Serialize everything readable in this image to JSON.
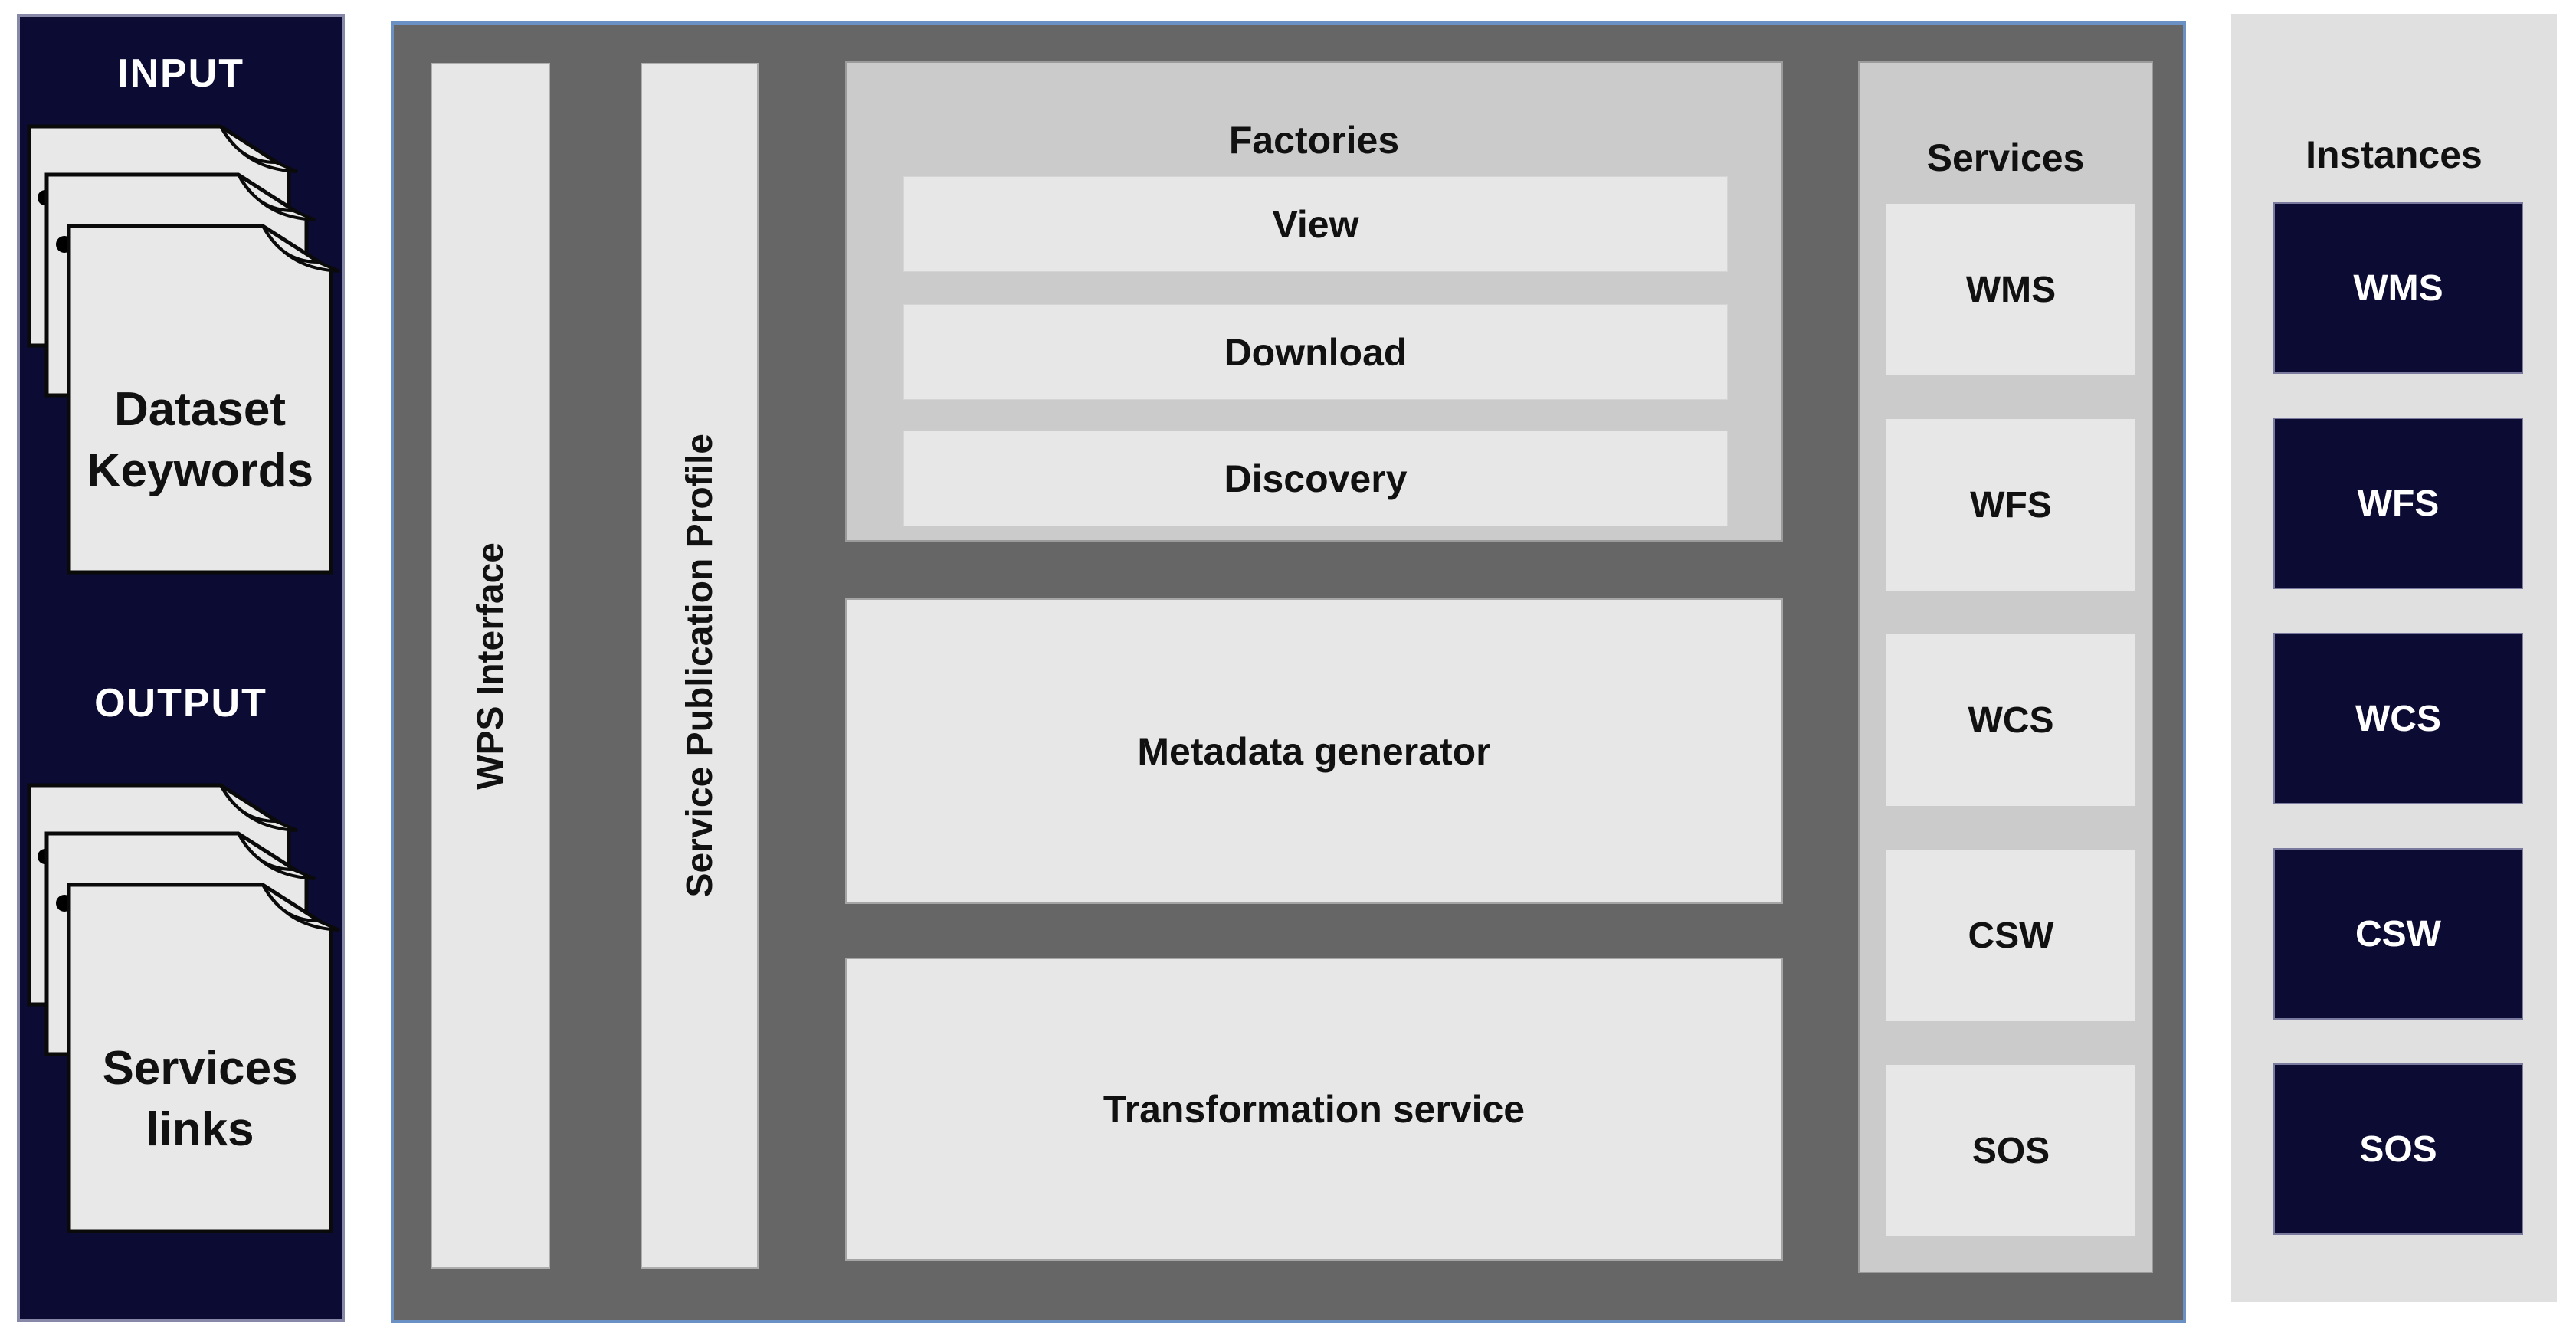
{
  "left_panel": {
    "input_title": "INPUT",
    "input_doc_line1": "Dataset",
    "input_doc_line2": "Keywords",
    "output_title": "OUTPUT",
    "output_doc_line1": "Services",
    "output_doc_line2": "links"
  },
  "wps_bar": {
    "label": "WPS Interface"
  },
  "spp_bar": {
    "label": "Service Publication Profile"
  },
  "factories": {
    "title": "Factories",
    "items": [
      "View",
      "Download",
      "Discovery"
    ]
  },
  "metadata_box": {
    "label": "Metadata generator"
  },
  "transformation_box": {
    "label": "Transformation service"
  },
  "services": {
    "title": "Services",
    "items": [
      "WMS",
      "WFS",
      "WCS",
      "CSW",
      "SOS"
    ]
  },
  "instances": {
    "title": "Instances",
    "items": [
      "WMS",
      "WFS",
      "WCS",
      "CSW",
      "SOS"
    ]
  },
  "icons": {
    "input_stack": "stacked-document-pages-folded-corner",
    "output_stack": "stacked-document-pages-folded-corner"
  },
  "colors": {
    "navy": "#0b0b33",
    "navy_border": "#8888a8",
    "engine_panel": "#666666",
    "engine_border_blue": "#6b90c4",
    "container_gray": "#cbcbcb",
    "light_box": "#e7e7e7",
    "instances_bg": "#e0e0e0",
    "text_dark": "#111111",
    "text_light": "#ffffff"
  }
}
